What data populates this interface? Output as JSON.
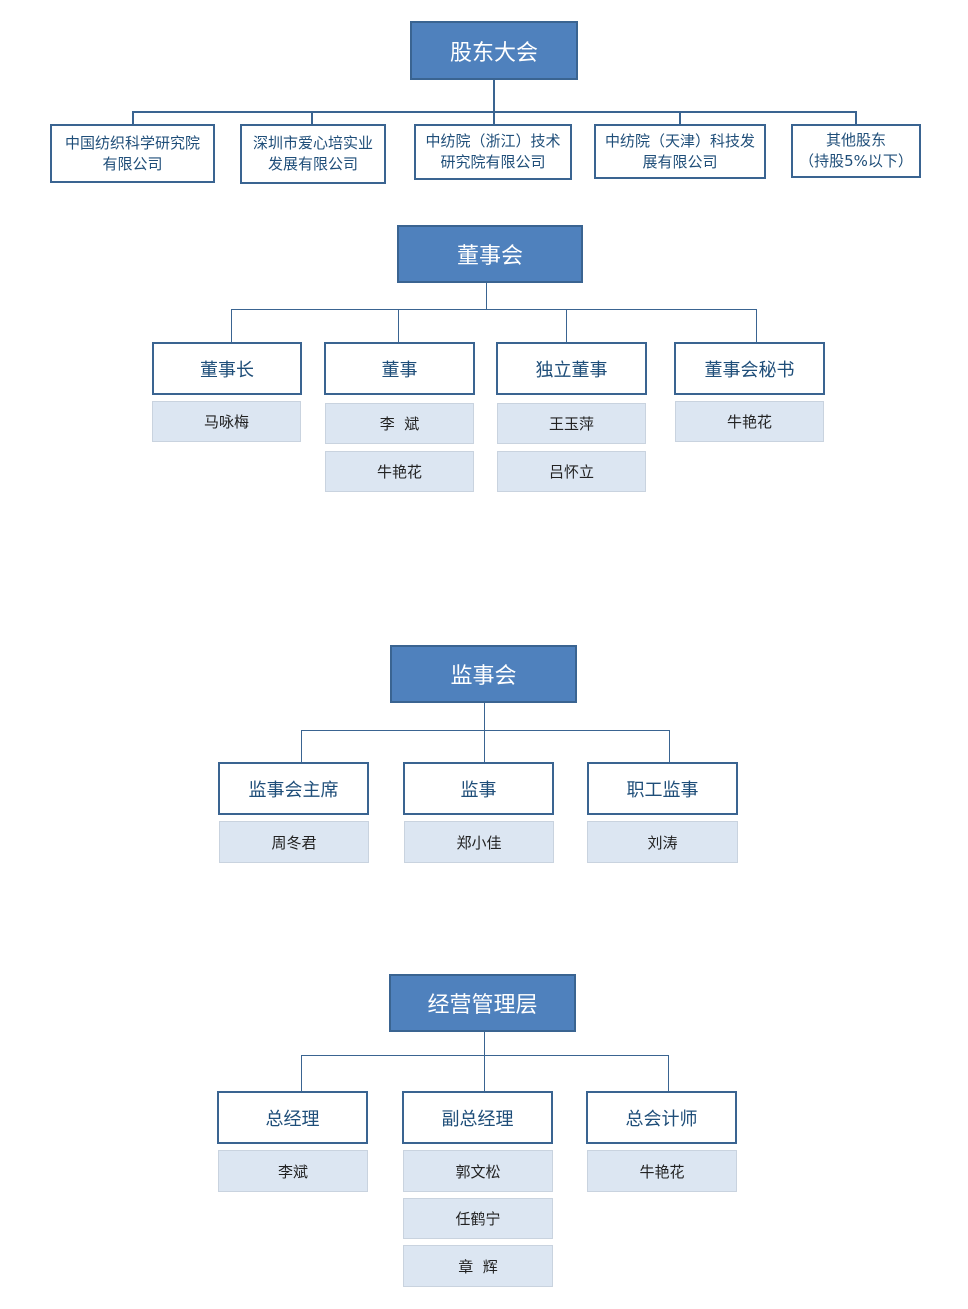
{
  "shareholders": {
    "title": "股东大会",
    "members": [
      {
        "line1": "中国纺织科学研究院",
        "line2": "有限公司"
      },
      {
        "line1": "深圳市爱心培实业",
        "line2": "发展有限公司"
      },
      {
        "line1": "中纺院（浙江）技术",
        "line2": "研究院有限公司"
      },
      {
        "line1": "中纺院（天津）科技发",
        "line2": "展有限公司"
      },
      {
        "line1": "其他股东",
        "line2": "（持股5%以下）"
      }
    ]
  },
  "board": {
    "title": "董事会",
    "roles": [
      {
        "label": "董事长",
        "people": [
          "马咏梅"
        ]
      },
      {
        "label": "董事",
        "people": [
          "李  斌",
          "牛艳花"
        ]
      },
      {
        "label": "独立董事",
        "people": [
          "王玉萍",
          "吕怀立"
        ]
      },
      {
        "label": "董事会秘书",
        "people": [
          "牛艳花"
        ]
      }
    ]
  },
  "supervisors": {
    "title": "监事会",
    "roles": [
      {
        "label": "监事会主席",
        "people": [
          "周冬君"
        ]
      },
      {
        "label": "监事",
        "people": [
          "郑小佳"
        ]
      },
      {
        "label": "职工监事",
        "people": [
          "刘涛"
        ]
      }
    ]
  },
  "management": {
    "title": "经营管理层",
    "roles": [
      {
        "label": "总经理",
        "people": [
          "李斌"
        ]
      },
      {
        "label": "副总经理",
        "people": [
          "郭文松",
          "任鹤宁",
          "章  辉"
        ]
      },
      {
        "label": "总会计师",
        "people": [
          "牛艳花"
        ]
      }
    ]
  }
}
